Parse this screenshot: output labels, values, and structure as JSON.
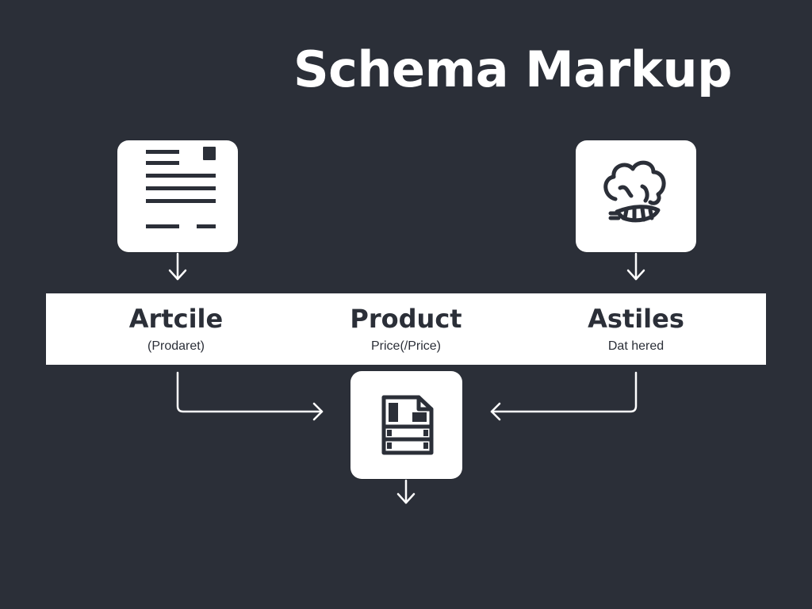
{
  "title": "Schema Markup",
  "colors": {
    "background": "#2b2f38",
    "card": "#ffffff",
    "band": "#ffffff",
    "ink": "#2b2f38",
    "title": "#ffffff",
    "connector": "#ffffff"
  },
  "types": [
    {
      "title": "Artcile",
      "subtitle": "(Prodaret)"
    },
    {
      "title": "Product",
      "subtitle": "Price(/Price)"
    },
    {
      "title": "Astiles",
      "subtitle": "Dat hered"
    }
  ],
  "icons": {
    "article": "article-document-icon",
    "recipe": "chef-hat-icon",
    "output": "structured-data-file-icon"
  }
}
